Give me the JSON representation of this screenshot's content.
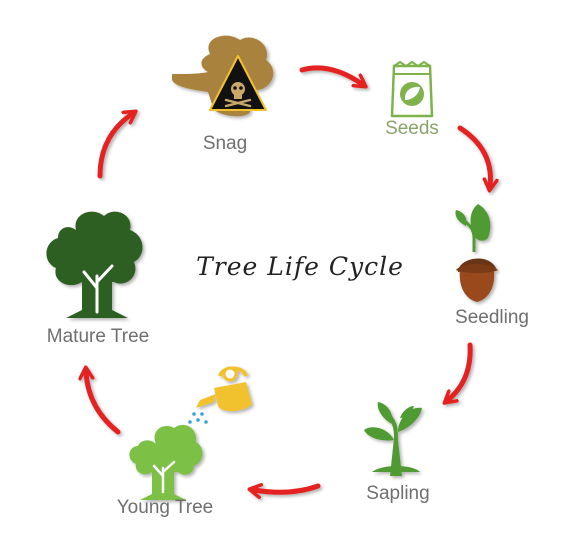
{
  "title": "Tree Life Cycle",
  "stages": {
    "snag": "Snag",
    "seeds": "Seeds",
    "seedling": "Seedling",
    "sapling": "Sapling",
    "young_tree": "Young Tree",
    "mature_tree": "Mature Tree"
  },
  "colors": {
    "arrow": "#e52020",
    "snag": "#a9833e",
    "seed_packet": "#7fb24d",
    "acorn": "#9a4a1c",
    "leaf": "#4f9a32",
    "mature_tree": "#2f5e21",
    "young_tree": "#7cc144",
    "watering_can": "#f2c12e"
  },
  "icons": [
    "snag-icon",
    "hazard-skull-icon",
    "seed-packet-icon",
    "acorn-seedling-icon",
    "sapling-icon",
    "young-tree-icon",
    "watering-can-icon",
    "mature-tree-icon"
  ]
}
